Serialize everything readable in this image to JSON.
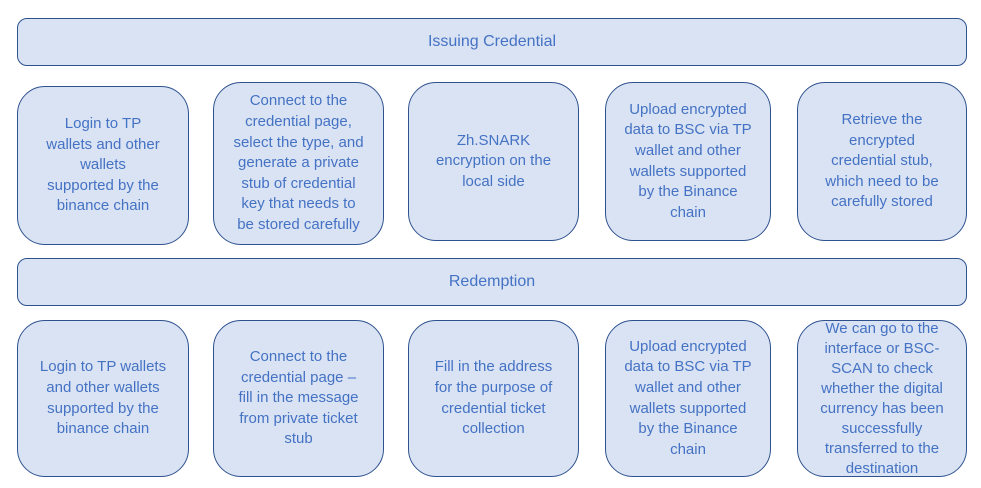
{
  "sections": [
    {
      "title": "Issuing Credential",
      "steps": [
        "Login to TP\nwallets and other\nwallets\nsupported by the\nbinance chain",
        "Connect to the\ncredential page,\nselect the type, and\ngenerate a private\nstub of credential\nkey that needs to\nbe stored carefully",
        "Zh.SNARK\nencryption on the\nlocal side",
        "Upload encrypted\ndata to BSC via TP\nwallet and other\nwallets supported\nby the Binance\nchain",
        "Retrieve the\nencrypted\ncredential stub,\nwhich need to be\ncarefully stored"
      ]
    },
    {
      "title": "Redemption",
      "steps": [
        "Login to TP wallets\nand other wallets\nsupported by the\nbinance chain",
        "Connect to the\ncredential page –\nfill in the message\nfrom private ticket\nstub",
        "Fill in the address\nfor the purpose of\ncredential ticket\ncollection",
        "Upload encrypted\ndata to BSC via TP\nwallet and other\nwallets supported\nby the Binance\nchain",
        "We can go to the\ninterface or BSC-\nSCAN to check\nwhether the digital\ncurrency has been\nsuccessfully\ntransferred to the\ndestination"
      ]
    }
  ]
}
